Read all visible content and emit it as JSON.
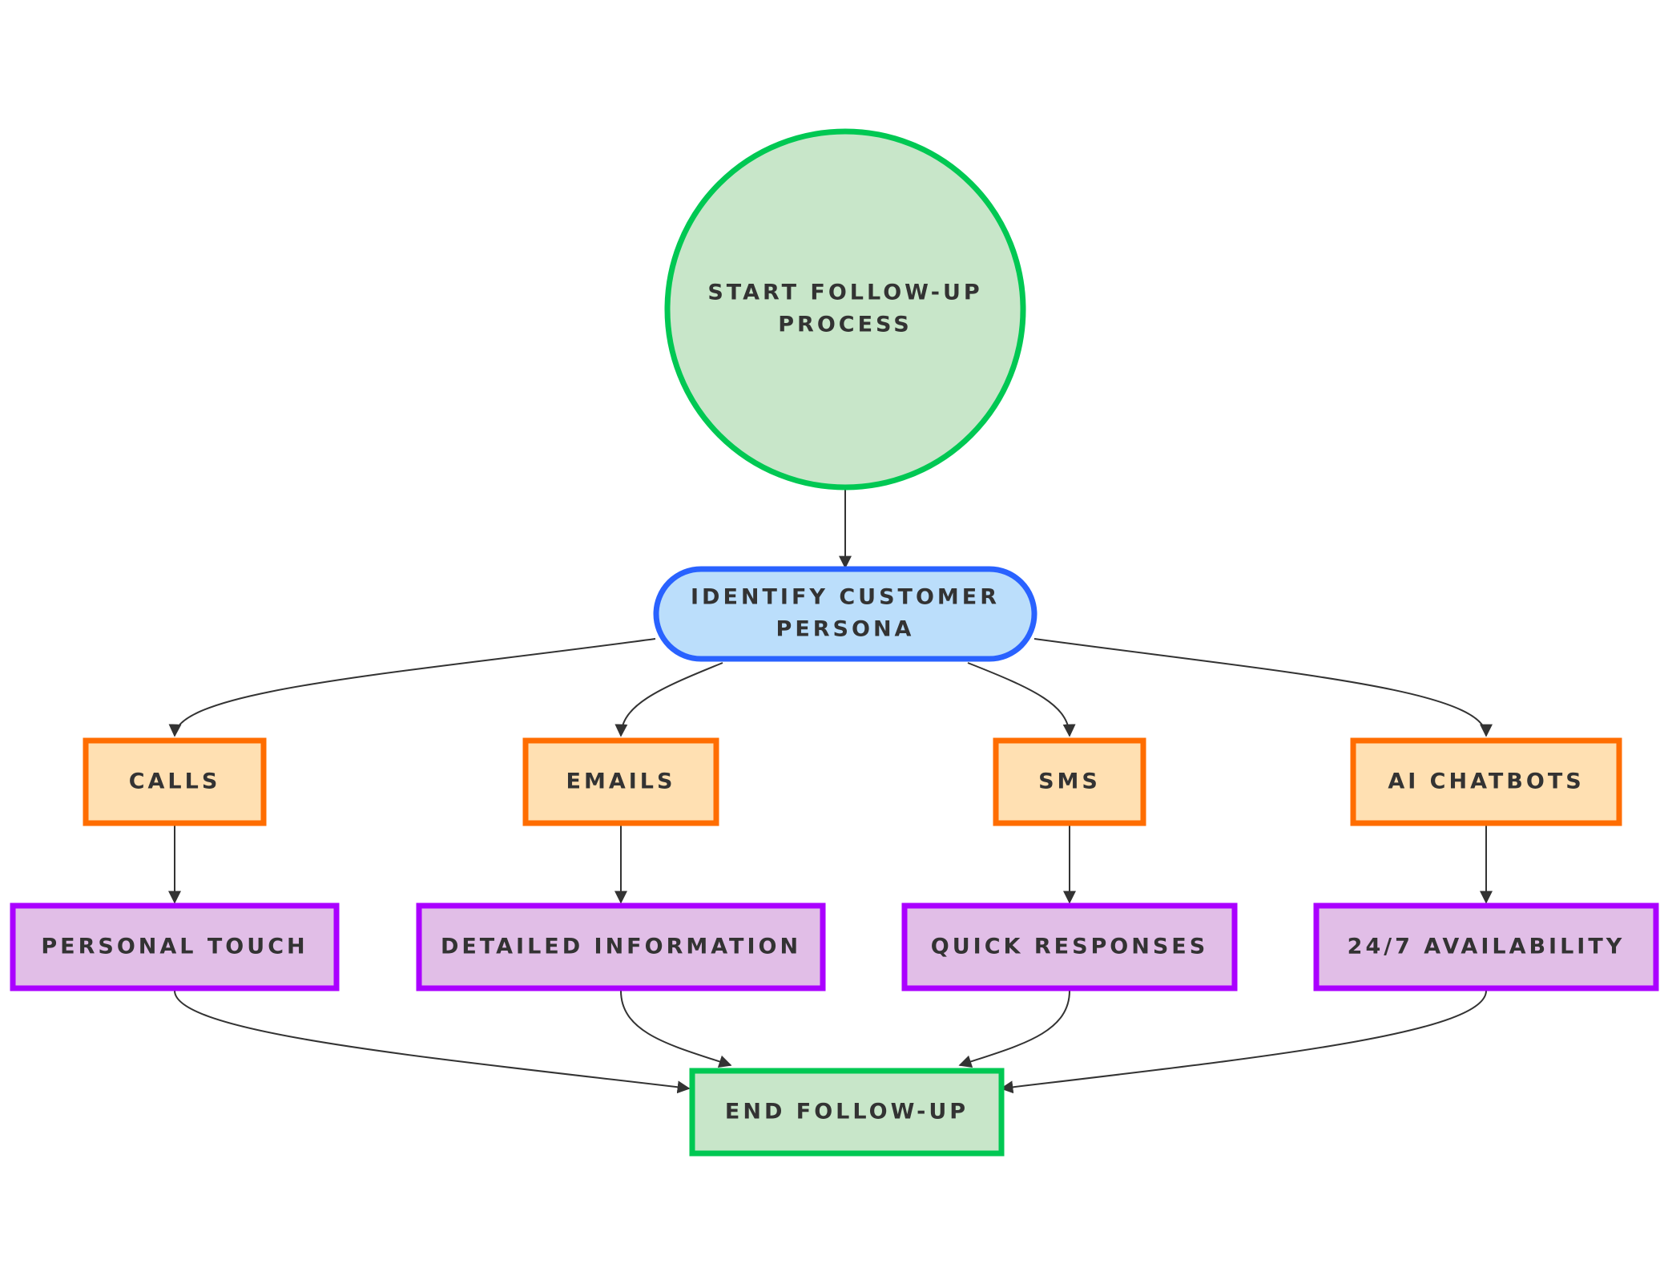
{
  "diagram": {
    "nodes": {
      "start": {
        "line1": "START FOLLOW-UP",
        "line2": "PROCESS"
      },
      "persona": {
        "line1": "IDENTIFY CUSTOMER",
        "line2": "PERSONA"
      },
      "calls": {
        "label": "CALLS"
      },
      "emails": {
        "label": "EMAILS"
      },
      "sms": {
        "label": "SMS"
      },
      "chatbots": {
        "label": "AI CHATBOTS"
      },
      "personal_touch": {
        "label": "PERSONAL TOUCH"
      },
      "detailed_info": {
        "label": "DETAILED INFORMATION"
      },
      "quick_responses": {
        "label": "QUICK RESPONSES"
      },
      "availability": {
        "label": "24/7 AVAILABILITY"
      },
      "end": {
        "label": "END FOLLOW-UP"
      }
    },
    "edges": [
      [
        "start",
        "persona"
      ],
      [
        "persona",
        "calls"
      ],
      [
        "persona",
        "emails"
      ],
      [
        "persona",
        "sms"
      ],
      [
        "persona",
        "chatbots"
      ],
      [
        "calls",
        "personal_touch"
      ],
      [
        "emails",
        "detailed_info"
      ],
      [
        "sms",
        "quick_responses"
      ],
      [
        "chatbots",
        "availability"
      ],
      [
        "personal_touch",
        "end"
      ],
      [
        "detailed_info",
        "end"
      ],
      [
        "quick_responses",
        "end"
      ],
      [
        "availability",
        "end"
      ]
    ],
    "colors": {
      "start_end_fill": "#c8e6c9",
      "start_end_stroke": "#00c853",
      "persona_fill": "#bbdefb",
      "persona_stroke": "#2962ff",
      "channel_fill": "#ffe0b2",
      "channel_stroke": "#ff6d00",
      "benefit_fill": "#e1bee7",
      "benefit_stroke": "#aa00ff",
      "edge": "#333333",
      "text": "#333333"
    }
  }
}
